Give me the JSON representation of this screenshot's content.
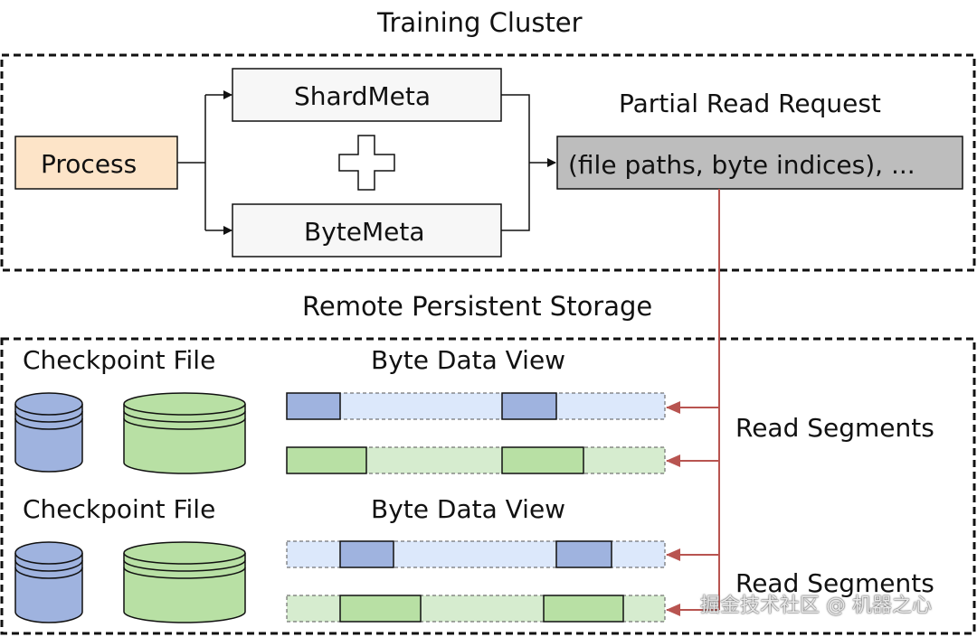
{
  "training_cluster": {
    "title": "Training Cluster",
    "process_label": "Process",
    "shard_meta_label": "ShardMeta",
    "byte_meta_label": "ByteMeta",
    "request_title": "Partial Read Request",
    "request_content": "(file paths, byte indices), ..."
  },
  "storage": {
    "title": "Remote Persistent Storage",
    "groups": [
      {
        "file_label": "Checkpoint File",
        "view_label": "Byte Data View",
        "segments_label": "Read Segments"
      },
      {
        "file_label": "Checkpoint File",
        "view_label": "Byte Data View",
        "segments_label": "Read Segments"
      }
    ]
  },
  "colors": {
    "process_fill": "#fde4c8",
    "request_fill": "#bdbdbd",
    "blue_fill": "#9fb3df",
    "blue_bar_bg": "#dce8fb",
    "green_fill": "#b8e0a4",
    "green_bar_bg": "#d6eccf",
    "arrow_red": "#b85450"
  },
  "watermark": "掘金技术社区 @ 机器之心"
}
